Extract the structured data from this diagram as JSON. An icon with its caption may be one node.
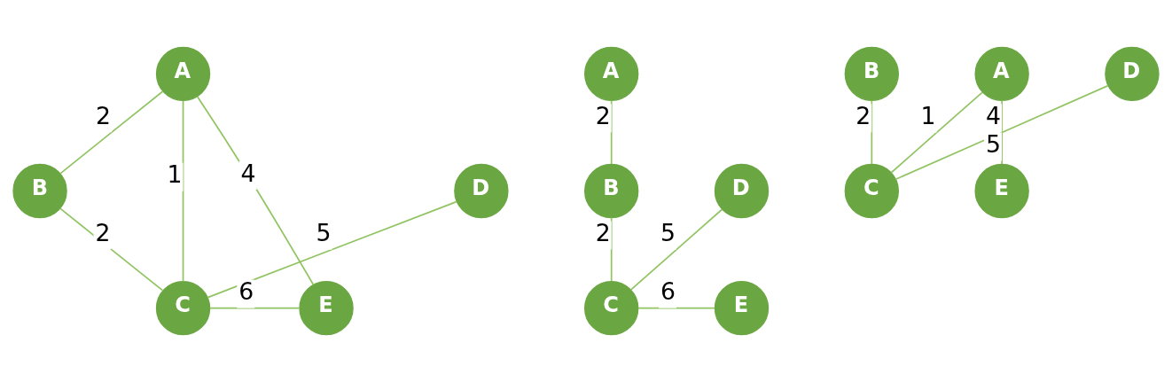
{
  "diagram": {
    "nodes": [
      {
        "text": [
          "A"
        ]
      },
      {
        "text": [
          "B"
        ]
      },
      {
        "text": [
          "D"
        ]
      },
      {
        "text": [
          "C"
        ]
      },
      {
        "text": [
          "E"
        ]
      },
      {
        "text": [
          "A"
        ]
      },
      {
        "text": [
          "B"
        ]
      },
      {
        "text": [
          "D"
        ]
      },
      {
        "text": [
          "C"
        ]
      },
      {
        "text": [
          "E"
        ]
      },
      {
        "text": [
          "A"
        ]
      },
      {
        "text": [
          "B"
        ]
      },
      {
        "text": [
          "D"
        ]
      },
      {
        "text": [
          "C"
        ]
      },
      {
        "text": [
          "E"
        ]
      }
    ],
    "edges": [
      {
        "from": 0,
        "to": 1,
        "arrow": "none",
        "label": "2"
      },
      {
        "from": 0,
        "to": 3,
        "arrow": "none",
        "label": "1"
      },
      {
        "from": 0,
        "to": 4,
        "arrow": "none",
        "label": "4"
      },
      {
        "from": 1,
        "to": 3,
        "arrow": "none",
        "label": "2"
      },
      {
        "from": 3,
        "to": 2,
        "arrow": "none",
        "label": "5"
      },
      {
        "from": 3,
        "to": 4,
        "arrow": "none",
        "label": "6"
      },
      {
        "from": 5,
        "to": 6,
        "arrow": "none",
        "label": "2"
      },
      {
        "from": 6,
        "to": 8,
        "arrow": "none",
        "label": "2"
      },
      {
        "from": 8,
        "to": 7,
        "arrow": "none",
        "label": "5"
      },
      {
        "from": 8,
        "to": 9,
        "arrow": "none",
        "label": "6"
      },
      {
        "from": 10,
        "to": 13,
        "arrow": "none",
        "label": "1"
      },
      {
        "from": 10,
        "to": 14,
        "arrow": "none",
        "label": "4"
      },
      {
        "from": 11,
        "to": 13,
        "arrow": "none",
        "label": "2"
      },
      {
        "from": 13,
        "to": 12,
        "arrow": "none",
        "label": "5"
      }
    ]
  }
}
